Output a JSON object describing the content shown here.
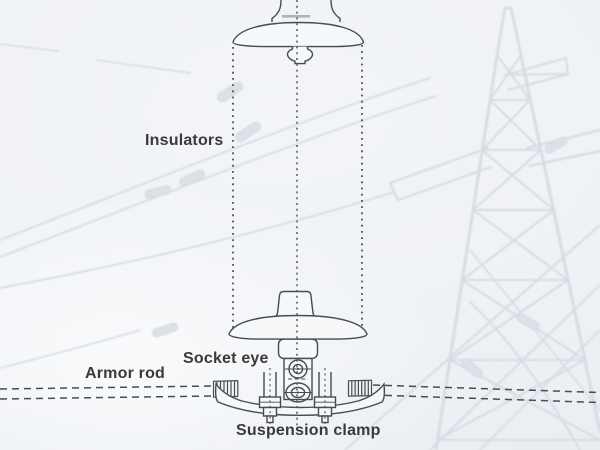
{
  "figure": {
    "type": "labeled-technical-diagram",
    "labels": {
      "insulators": "Insulators",
      "socket_eye": "Socket eye",
      "armor_rod": "Armor rod",
      "suspension_clamp": "Suspension clamp"
    },
    "parts": [
      "insulator-disc-top",
      "insulator-disc-bottom",
      "ball-pin",
      "socket-eye-fitting",
      "conductor-dashed-line",
      "armor-rod-wrap-left",
      "armor-rod-wrap-right",
      "suspension-clamp-saddle",
      "u-bolt-left",
      "u-bolt-right",
      "background-transmission-tower"
    ],
    "colors": {
      "background": "#eef1f5",
      "drawing_line": "#474c52",
      "dotted_guide_line": "#54575c",
      "gray_gasket": "#adb3bb",
      "label_text": "#3a3a3a",
      "tower_photo_line": "#d7dce3",
      "tower_capsule_fill": "#dce1e8"
    }
  }
}
